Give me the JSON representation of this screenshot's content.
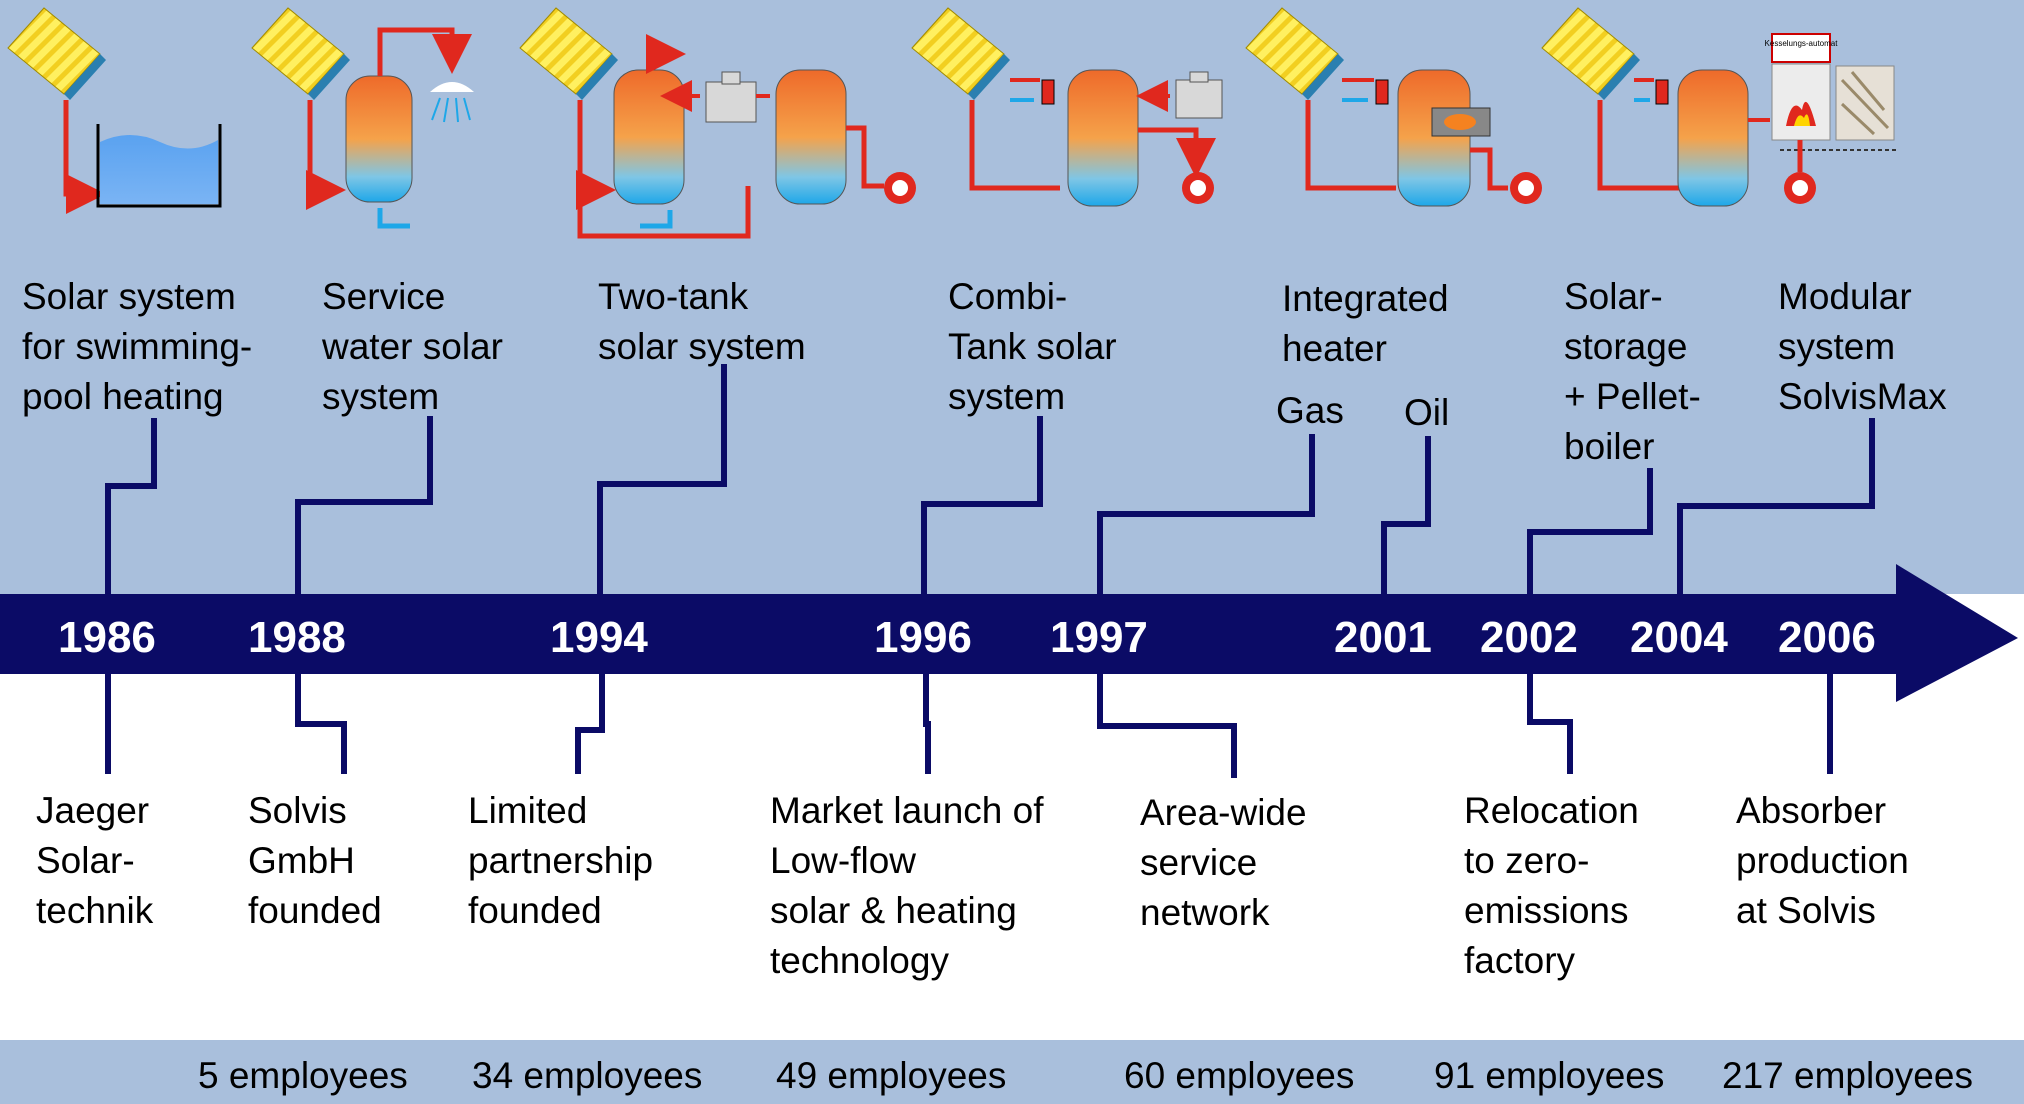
{
  "colors": {
    "panel": "#a9bfdc",
    "arrow": "#0b0b66",
    "connector": "#0b0b66",
    "pipe": "#e0281e",
    "coldflow": "#1ea7e8",
    "tank_top": "#ee6a2a",
    "tank_bottom": "#1ea7e8",
    "collector": "#ffe94a"
  },
  "years": [
    "1986",
    "1988",
    "1994",
    "1996",
    "1997",
    "2001",
    "2002",
    "2004",
    "2006"
  ],
  "top_events": [
    {
      "lines": [
        "Solar system",
        "for swimming-",
        "pool heating"
      ]
    },
    {
      "lines": [
        "Service",
        "water solar",
        "system"
      ]
    },
    {
      "lines": [
        "Two-tank",
        "solar system"
      ]
    },
    {
      "lines": [
        "Combi-",
        "Tank solar",
        "system"
      ]
    },
    {
      "lines": [
        "Integrated",
        "heater"
      ]
    },
    {
      "lines": [
        "Gas"
      ]
    },
    {
      "lines": [
        "Oil"
      ]
    },
    {
      "lines": [
        "Solar-",
        "storage",
        "+ Pellet-",
        "boiler"
      ]
    },
    {
      "lines": [
        "Modular",
        "system",
        "SolvisMax"
      ]
    }
  ],
  "bottom_events": [
    {
      "lines": [
        "Jaeger",
        "Solar-",
        "technik"
      ]
    },
    {
      "lines": [
        "Solvis",
        "GmbH",
        "founded"
      ]
    },
    {
      "lines": [
        "Limited",
        "partnership",
        "founded"
      ]
    },
    {
      "lines": [
        "Market launch of",
        "Low-flow",
        "solar & heating",
        "technology"
      ]
    },
    {
      "lines": [
        "Area-wide",
        "service",
        "network"
      ]
    },
    {
      "lines": [
        "Relocation",
        "to zero-",
        "emissions",
        "factory"
      ]
    },
    {
      "lines": [
        "Absorber",
        "production",
        "at Solvis"
      ]
    }
  ],
  "employees": [
    "5 employees",
    "34 employees",
    "49 employees",
    "60 employees",
    "91 employees",
    "217 employees"
  ],
  "icons": [
    "pool-system-icon",
    "service-water-system-icon",
    "two-tank-system-icon",
    "combi-tank-system-icon",
    "integrated-heater-system-icon",
    "pellet-boiler-system-icon"
  ],
  "pellet_box_label": "Kesselungs-automat"
}
